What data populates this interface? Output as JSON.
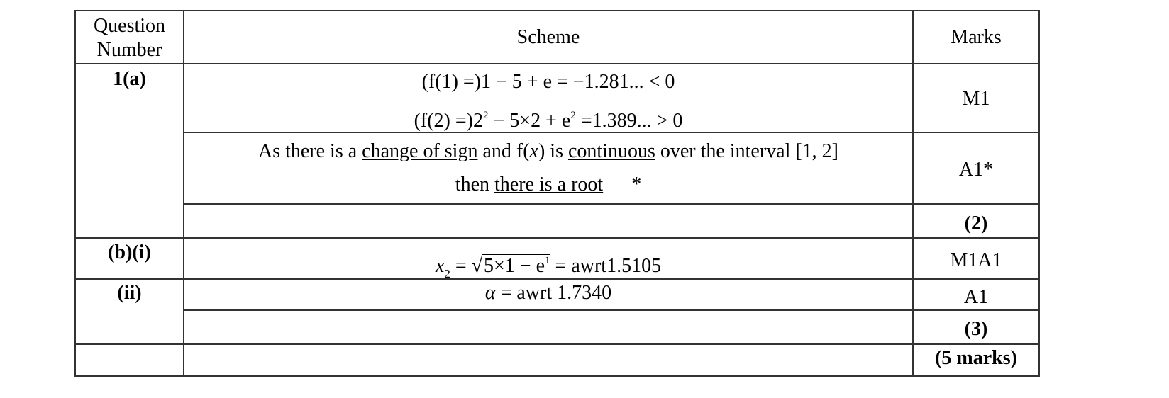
{
  "header": {
    "question": "Question",
    "number": "Number",
    "scheme": "Scheme",
    "marks": "Marks"
  },
  "q1a": {
    "label": "1(a)",
    "line1": "(f(1) =)1 − 5 + e = −1.281... < 0",
    "line2a": "(f(2) =)2",
    "line2b": "2",
    "line2c": " − 5×2 + e",
    "line2d": "2",
    "line2e": " =1.389... > 0",
    "mark1": "M1",
    "s1": "As there is a ",
    "u1": "change of sign",
    "s2": " and  f(",
    "x": "x",
    "s3": ")  is ",
    "u2": "continuous",
    "s4": " over the interval  [1, 2]",
    "s5": "then ",
    "u3": "there is a root",
    "star": "*",
    "mark2": "A1*",
    "total": "(2)"
  },
  "q1b": {
    "label": "(b)(i)",
    "x": "x",
    "sub": "2",
    "eq": " = √",
    "rad": "5×1 − e",
    "exp": "1",
    "rest": " = awrt1.5105",
    "mark": "M1A1"
  },
  "q1bii": {
    "label": "(ii)",
    "alpha": "α",
    "rest": " = awrt 1.7340",
    "mark": "A1",
    "total": "(3)"
  },
  "grand_total": "(5 marks)"
}
